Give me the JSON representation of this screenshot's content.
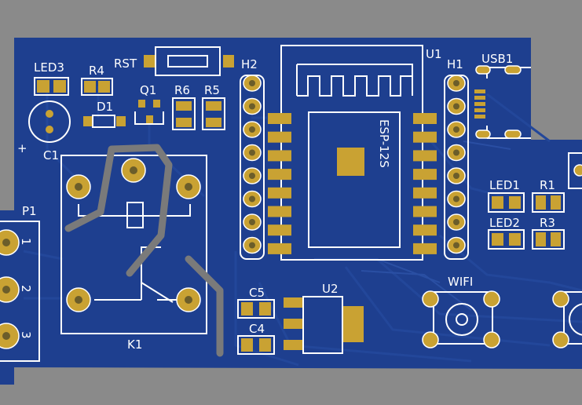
{
  "board": {
    "colors": {
      "background": "#8a8a8a",
      "board": "#1e3f8f",
      "trace": "#23479a",
      "pad": "#c9a233",
      "silkscreen": "#ffffff",
      "jumper_wire": "#7a7a7a"
    },
    "labels": {
      "led3": "LED3",
      "r4": "R4",
      "rst": "RST",
      "h2": "H2",
      "u1": "U1",
      "h1": "H1",
      "usb1": "USB1",
      "d1": "D1",
      "q1": "Q1",
      "r6": "R6",
      "r5": "R5",
      "plus": "+",
      "c1": "C1",
      "p1": "P1",
      "pin1": "1",
      "pin2": "2",
      "pin3": "3",
      "k1": "K1",
      "c5": "C5",
      "c4": "C4",
      "u2": "U2",
      "wifi": "WIFI",
      "led1": "LED1",
      "r1": "R1",
      "led2": "LED2",
      "r3": "R3",
      "esp": "ESP-12S"
    }
  }
}
